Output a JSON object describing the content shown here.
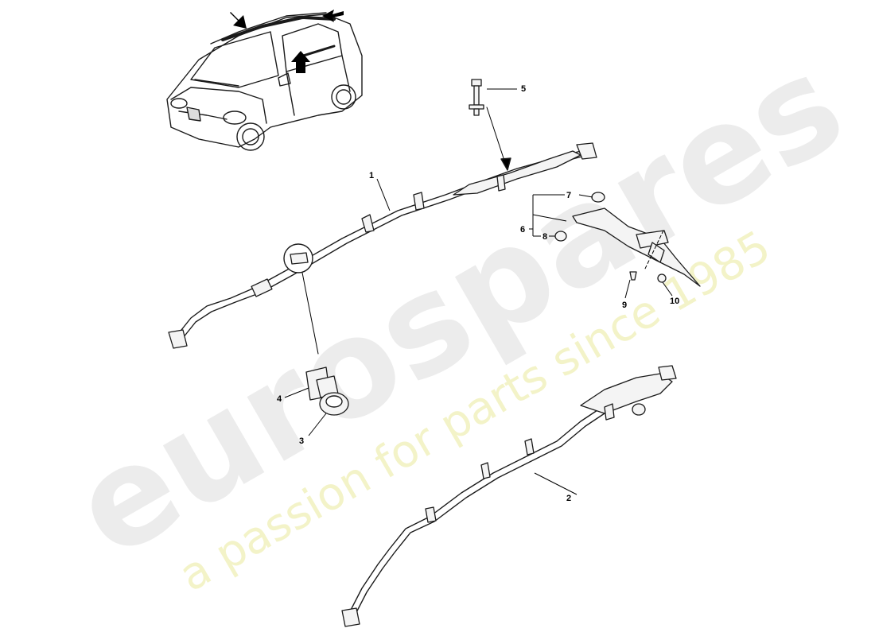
{
  "watermark": {
    "logo_text": "eurospares",
    "tagline": "a passion for parts since 1985"
  },
  "callouts": [
    "1",
    "2",
    "3",
    "4",
    "5",
    "6",
    "7",
    "8",
    "9",
    "10"
  ],
  "colors": {
    "line": "#1a1a1a",
    "watermark_gray": "#ececec",
    "watermark_yellow": "#f3f3c8"
  },
  "icons": [
    "car-overview",
    "curtain-airbag-left",
    "curtain-airbag-right",
    "bolt",
    "clip",
    "bracket"
  ]
}
